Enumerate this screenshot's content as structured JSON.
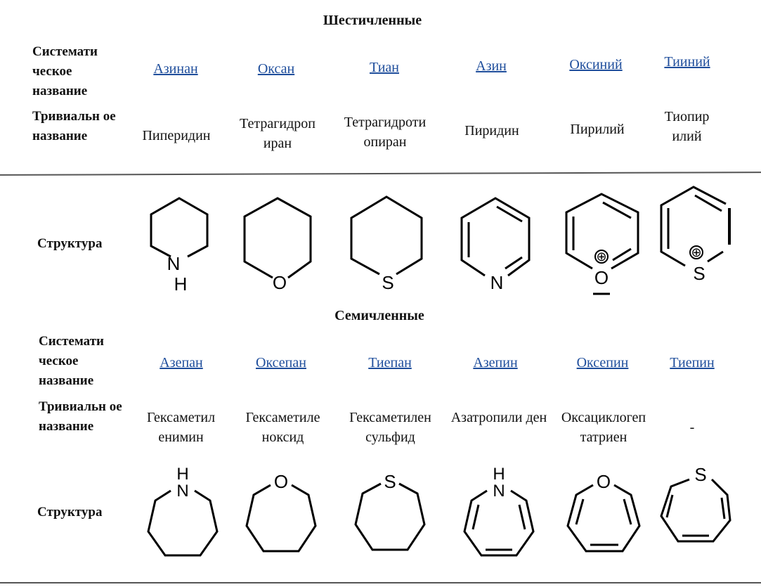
{
  "six": {
    "title": "Шестичленные",
    "label_systematic": "Системати ческое название",
    "label_trivial": "Тривиальн ое название",
    "label_structure": "Структура",
    "systematic": [
      "Азинан",
      "Оксан",
      "Тиан",
      "Азин",
      "Оксиний",
      "Тииний"
    ],
    "trivial": [
      "Пиперидин",
      "Тетрагидроп иран",
      "Тетрагидроти опиран",
      "Пиридин",
      "Пирилий",
      "Тиопир илий"
    ],
    "atoms": [
      "N",
      "H",
      "O",
      "S",
      "N",
      "O",
      "⊕",
      "S",
      "⊕"
    ]
  },
  "seven": {
    "title": "Семичленные",
    "label_systematic": "Системати ческое название",
    "label_trivial": "Тривиальн ое название",
    "label_structure": "Структура",
    "systematic": [
      "Азепан",
      "Оксепан",
      "Тиепан",
      "Азепин",
      "Оксепин",
      "Тиепин"
    ],
    "trivial": [
      "Гексаметил енимин",
      "Гексаметиле ноксид",
      "Гексаметилен сульфид",
      "Азатропили ден",
      "Оксациклогеп татриен",
      "-"
    ],
    "atoms": [
      "H",
      "N",
      "O",
      "S",
      "H",
      "N",
      "O",
      "S"
    ]
  }
}
